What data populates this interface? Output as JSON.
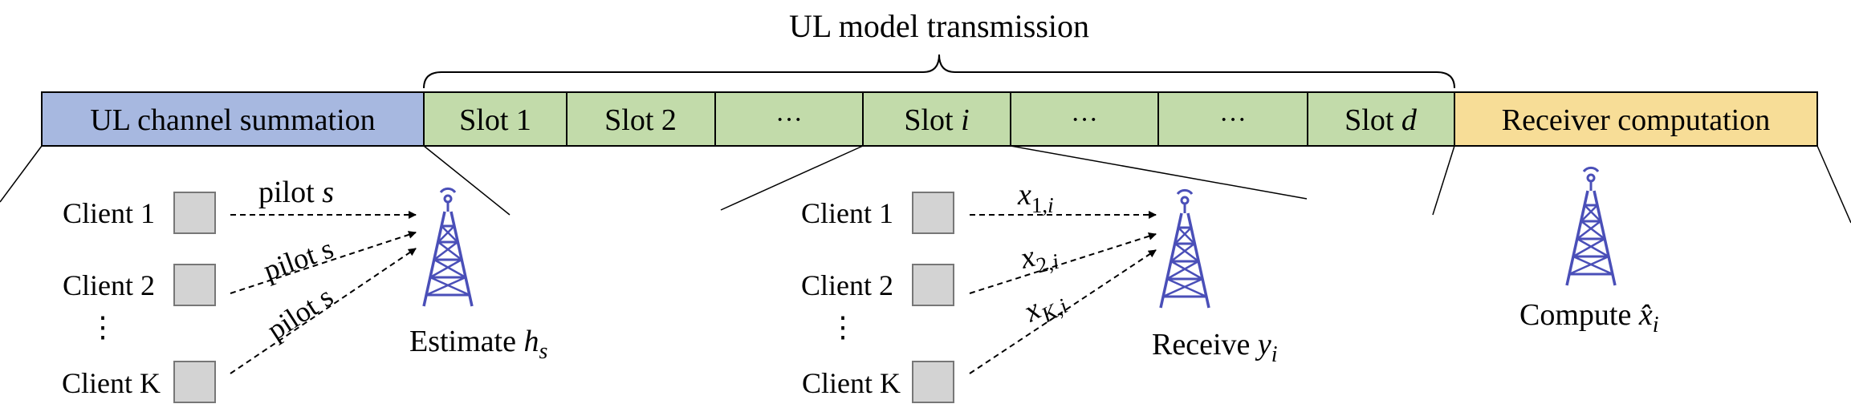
{
  "header": {
    "title": "UL model transmission"
  },
  "timeline": {
    "segments": [
      {
        "label": "UL channel summation",
        "color": "#a7b8e0"
      },
      {
        "label": "Slot 1",
        "color": "#c2dbaa"
      },
      {
        "label": "Slot 2",
        "color": "#c2dbaa"
      },
      {
        "label": "···",
        "color": "#c2dbaa"
      },
      {
        "label": "Slot i",
        "color": "#c2dbaa"
      },
      {
        "label": "···",
        "color": "#c2dbaa"
      },
      {
        "label": "···",
        "color": "#c2dbaa"
      },
      {
        "label": "Slot d",
        "color": "#c2dbaa"
      },
      {
        "label": "Receiver computation",
        "color": "#f7dd97"
      }
    ]
  },
  "panel_estimation": {
    "clients": [
      "Client 1",
      "Client 2",
      "⋮",
      "Client K"
    ],
    "pilot_labels": [
      "pilot s",
      "pilot s",
      "pilot s"
    ],
    "caption": "Estimate h_s",
    "tower_icon": "antenna-tower-icon"
  },
  "panel_slot": {
    "clients": [
      "Client 1",
      "Client 2",
      "⋮",
      "Client K"
    ],
    "signal_labels": [
      "x_{1,i}",
      "x_{2,i}",
      "x_{K,i}"
    ],
    "caption": "Receive y_i",
    "tower_icon": "antenna-tower-icon"
  },
  "panel_compute": {
    "caption": "Compute x̂_i",
    "tower_icon": "antenna-tower-icon"
  },
  "colors": {
    "client_box": "#d3d3d3",
    "tower": "#4a4fb8",
    "stroke": "#000000"
  }
}
